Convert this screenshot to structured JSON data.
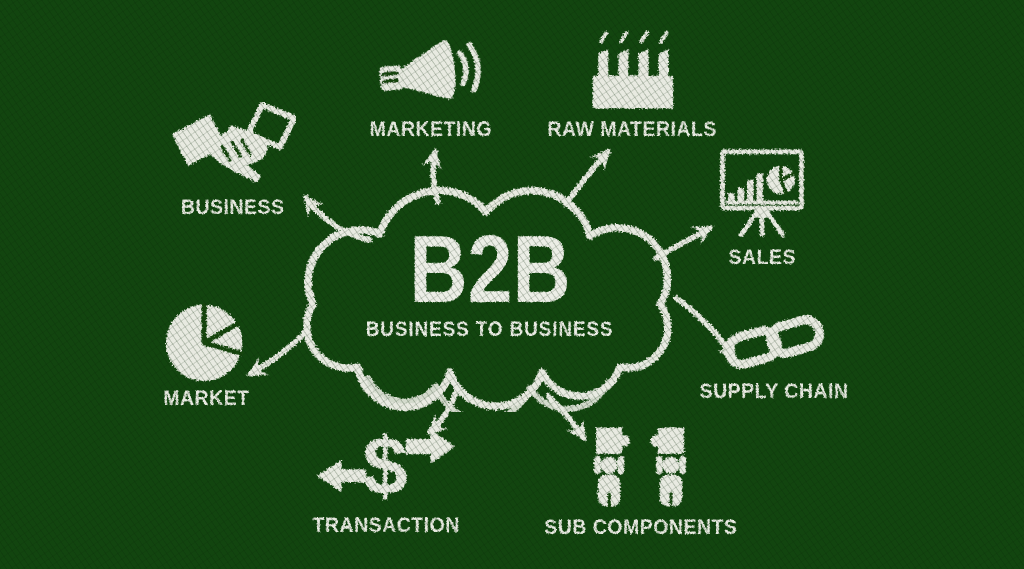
{
  "canvas": {
    "background_color": "#12450f",
    "chalk_color": "#e8eae1",
    "style": "chalkboard-infographic"
  },
  "center": {
    "title": "B2B",
    "subtitle": "BUSINESS TO BUSINESS",
    "shape": "cloud-outline"
  },
  "nodes": [
    {
      "label": "BUSINESS",
      "icon": "handshake-icon",
      "position": "top-left"
    },
    {
      "label": "MARKETING",
      "icon": "megaphone-icon",
      "position": "top"
    },
    {
      "label": "RAW MATERIALS",
      "icon": "factory-icon",
      "position": "top-right"
    },
    {
      "label": "SALES",
      "icon": "presentation-chart-icon",
      "position": "right"
    },
    {
      "label": "SUPPLY CHAIN",
      "icon": "chain-links-icon",
      "position": "bottom-right"
    },
    {
      "label": "SUB COMPONENTS",
      "icon": "puzzle-workers-icon",
      "position": "bottom"
    },
    {
      "label": "TRANSACTION",
      "icon": "dollar-arrows-icon",
      "position": "bottom-left"
    },
    {
      "label": "MARKET",
      "icon": "pie-chart-icon",
      "position": "left"
    }
  ],
  "transaction": {
    "symbol": "$"
  }
}
